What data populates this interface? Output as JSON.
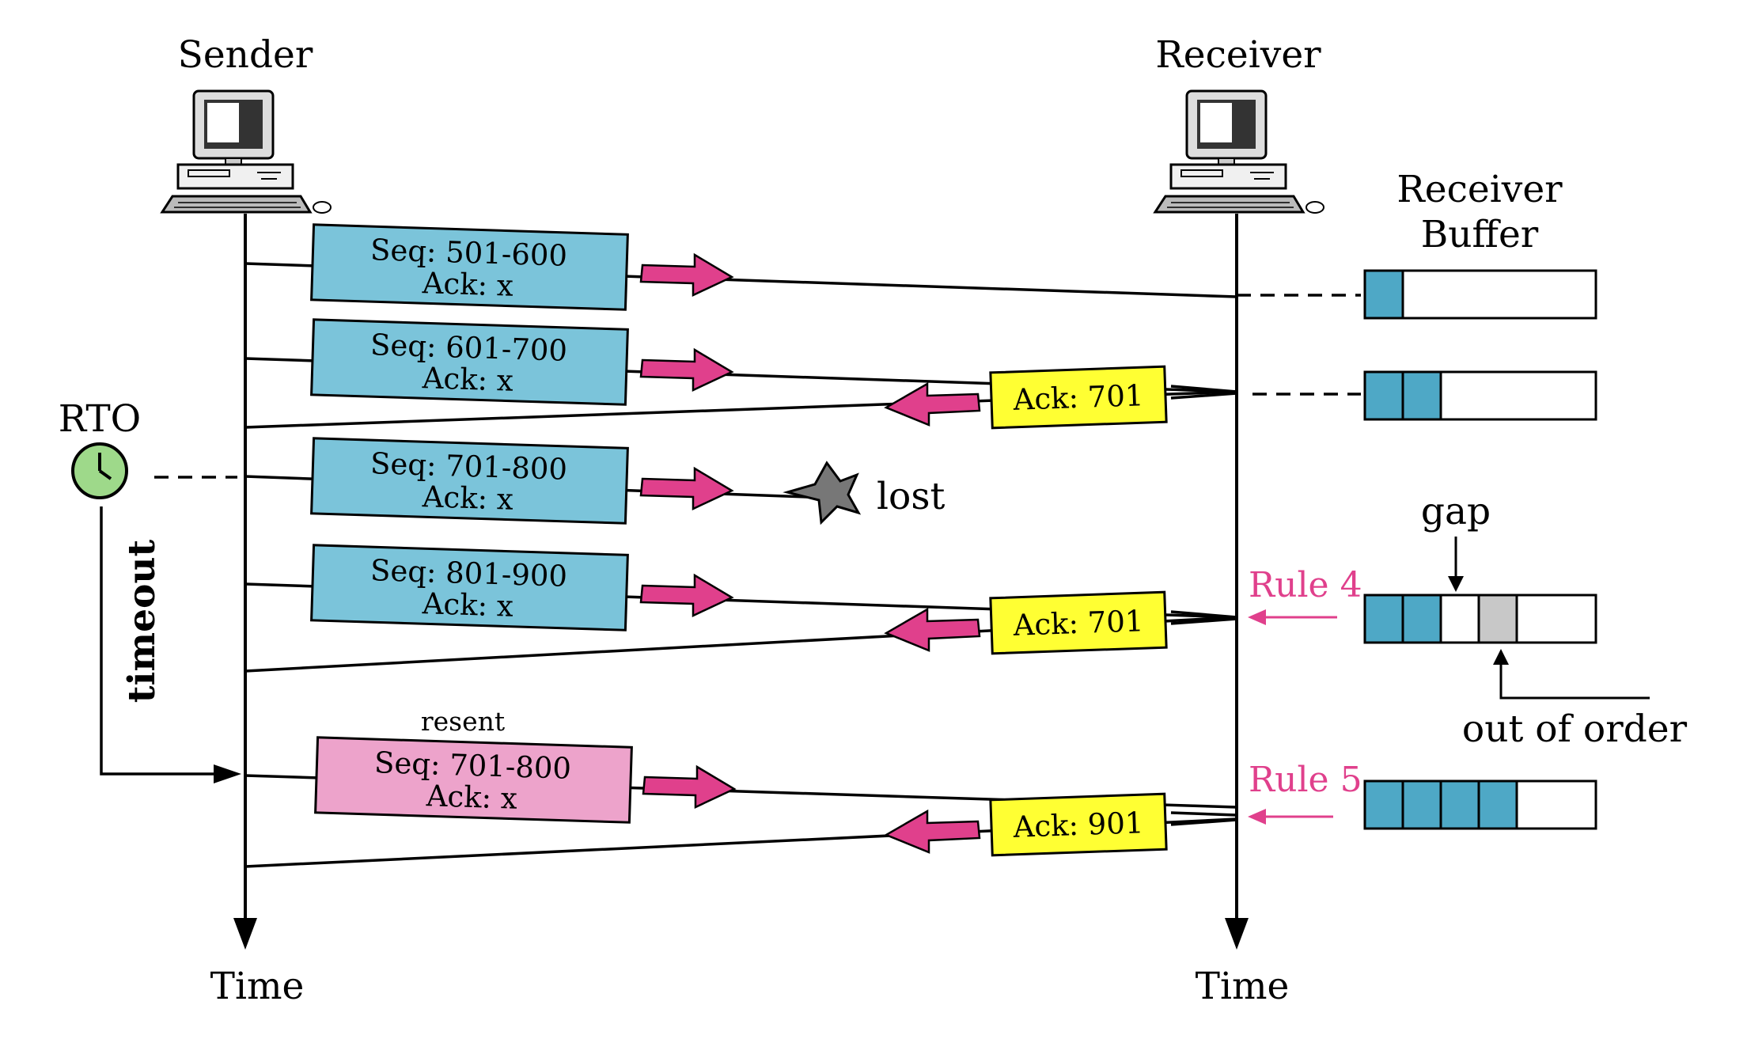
{
  "sender_label": "Sender",
  "receiver_label": "Receiver",
  "time_label_sender": "Time",
  "time_label_receiver": "Time",
  "buffer_title": [
    "Receiver",
    "Buffer"
  ],
  "rto_label": "RTO",
  "timeout_label": "timeout",
  "lost_label": "lost",
  "resent_label": "resent",
  "gap_label": "gap",
  "out_of_order_label": "out of order",
  "rule4_label": "Rule 4",
  "rule5_label": "Rule 5",
  "segments": [
    {
      "seq": "Seq: 501-600",
      "ack": "Ack: x"
    },
    {
      "seq": "Seq: 601-700",
      "ack": "Ack: x"
    },
    {
      "seq": "Seq: 701-800",
      "ack": "Ack: x"
    },
    {
      "seq": "Seq: 801-900",
      "ack": "Ack: x"
    },
    {
      "seq": "Seq: 701-800",
      "ack": "Ack: x"
    }
  ],
  "acks": [
    "Ack: 701",
    "Ack: 701",
    "Ack: 901"
  ],
  "colors": {
    "segment": "#7bc4da",
    "resent_segment": "#eda3cb",
    "ack_box": "#ffff33",
    "arrow": "#e0408c",
    "buffer_filled": "#4ea8c6",
    "buffer_out_of_order": "#c8c8c8",
    "clock": "#9ed98a"
  }
}
